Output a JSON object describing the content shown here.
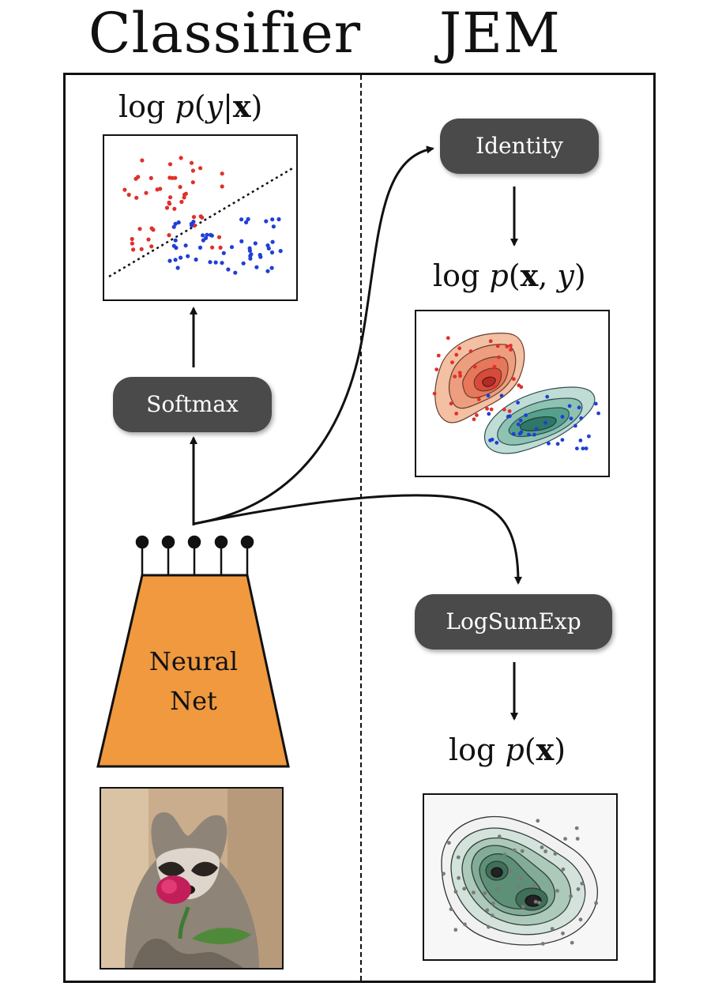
{
  "headings": {
    "left": "Classifier",
    "right": "JEM"
  },
  "classifier": {
    "formula": {
      "pre": "log ",
      "fn": "p",
      "open": "(",
      "y": "y",
      "bar": "|",
      "x": "x",
      "close": ")"
    },
    "softmax_label": "Softmax",
    "net_label_1": "Neural",
    "net_label_2": "Net",
    "image_subject": "raccoon-holding-rose"
  },
  "jem": {
    "identity_label": "Identity",
    "joint_formula": {
      "pre": "log ",
      "fn": "p",
      "open": "(",
      "x": "x",
      "comma": ", ",
      "y": "y",
      "close": ")"
    },
    "logsumexp_label": "LogSumExp",
    "marginal_formula": {
      "pre": "log ",
      "fn": "p",
      "open": "(",
      "x": "x",
      "close": ")"
    }
  },
  "colors": {
    "pill_bg": "#4a4a4a",
    "net_fill": "#f0993f",
    "red_points": "#e0302a",
    "blue_points": "#1f3fd6",
    "joint_red_fill": "#e8704f",
    "joint_green_fill": "#3e8e72",
    "marginal_fill": "#4f8d6f"
  }
}
